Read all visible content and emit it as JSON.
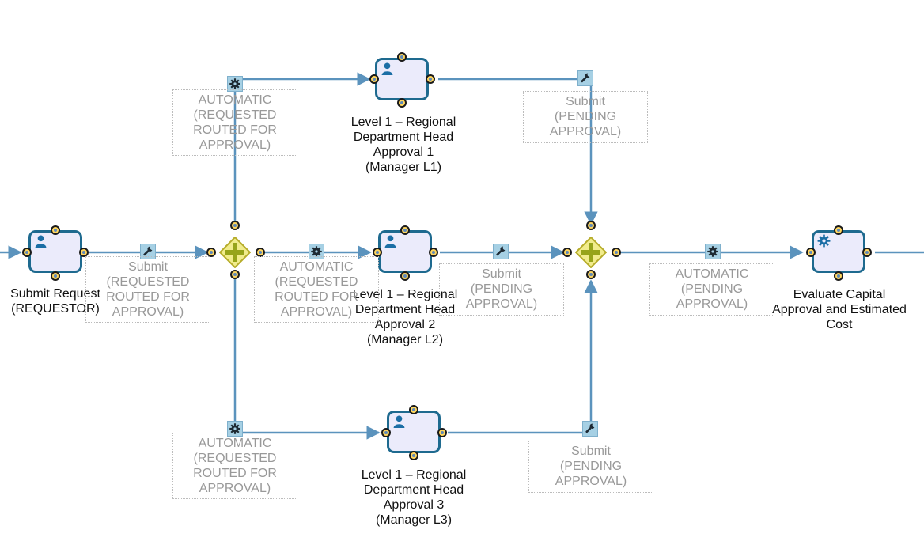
{
  "tasks": {
    "submit_request": {
      "label": "Submit Request\n(REQUESTOR)",
      "icon": "user-icon"
    },
    "l1": {
      "label": "Level 1 – Regional\nDepartment Head\nApproval 1\n(Manager L1)",
      "icon": "user-icon"
    },
    "l2": {
      "label": "Level 1 – Regional\nDepartment Head\nApproval 2\n(Manager L2)",
      "icon": "user-icon"
    },
    "l3": {
      "label": "Level 1 – Regional\nDepartment Head\nApproval 3\n(Manager L3)",
      "icon": "user-icon"
    },
    "evaluate": {
      "label": "Evaluate Capital\nApproval and Estimated\nCost",
      "icon": "gear-icon"
    }
  },
  "gateways": {
    "split": {
      "type": "parallel"
    },
    "join": {
      "type": "parallel"
    }
  },
  "connections": {
    "c_submit_split": {
      "label": "Submit\n(REQUESTED\nROUTED FOR\nAPPROVAL)",
      "icon": "wrench-icon"
    },
    "c_split_l1": {
      "label": "AUTOMATIC\n(REQUESTED\nROUTED FOR\nAPPROVAL)",
      "icon": "cog-icon"
    },
    "c_split_l2": {
      "label": "AUTOMATIC\n(REQUESTED\nROUTED FOR\nAPPROVAL)",
      "icon": "cog-icon"
    },
    "c_split_l3": {
      "label": "AUTOMATIC\n(REQUESTED\nROUTED FOR\nAPPROVAL)",
      "icon": "cog-icon"
    },
    "c_l1_join": {
      "label": "Submit\n(PENDING\nAPPROVAL)",
      "icon": "wrench-icon"
    },
    "c_l2_join": {
      "label": "Submit\n(PENDING\nAPPROVAL)",
      "icon": "wrench-icon"
    },
    "c_l3_join": {
      "label": "Submit\n(PENDING\nAPPROVAL)",
      "icon": "wrench-icon"
    },
    "c_join_eval": {
      "label": "AUTOMATIC\n(PENDING\nAPPROVAL)",
      "icon": "cog-icon"
    }
  },
  "colors": {
    "line": "#5b93bd",
    "task_border": "#1e6a8f",
    "task_fill": "#ebebfb",
    "gateway_fill": "#f1ec8c",
    "gateway_border": "#b6ac2a",
    "gateway_plus": "#97a41a",
    "handle_fill": "#ffd65e",
    "icon_bg": "#a6d0e4"
  }
}
